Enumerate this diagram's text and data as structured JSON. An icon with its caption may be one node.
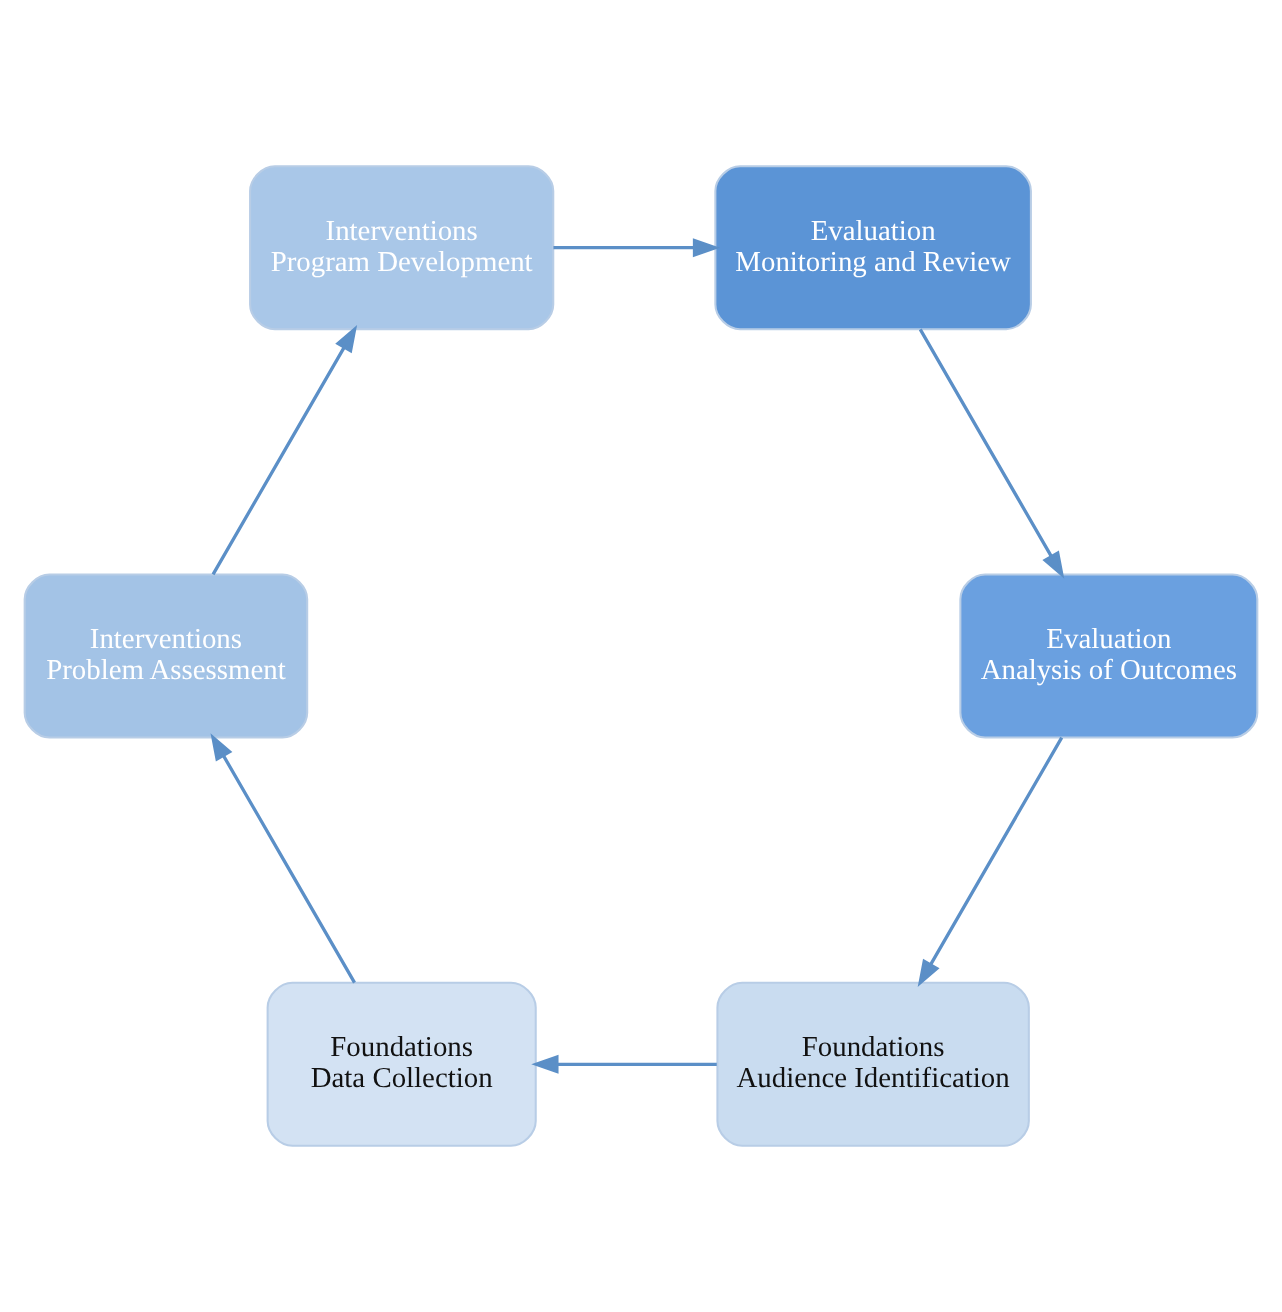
{
  "diagram": {
    "nodes": [
      {
        "text": [
          "Foundations",
          "Audience Identification"
        ]
      },
      {
        "text": [
          "Foundations",
          "Data Collection"
        ]
      },
      {
        "text": [
          "Interventions",
          "Problem Assessment"
        ]
      },
      {
        "text": [
          "Interventions",
          "Program Development"
        ]
      },
      {
        "text": [
          "Evaluation",
          "Monitoring and Review"
        ]
      },
      {
        "text": [
          "Evaluation",
          "Analysis of Outcomes"
        ]
      }
    ],
    "edges": [
      {
        "from": 0,
        "to": 1,
        "arrow": "to"
      },
      {
        "from": 1,
        "to": 2,
        "arrow": "to"
      },
      {
        "from": 2,
        "to": 3,
        "arrow": "to"
      },
      {
        "from": 3,
        "to": 4,
        "arrow": "to"
      },
      {
        "from": 4,
        "to": 5,
        "arrow": "to"
      },
      {
        "from": 5,
        "to": 0,
        "arrow": "to"
      }
    ]
  }
}
